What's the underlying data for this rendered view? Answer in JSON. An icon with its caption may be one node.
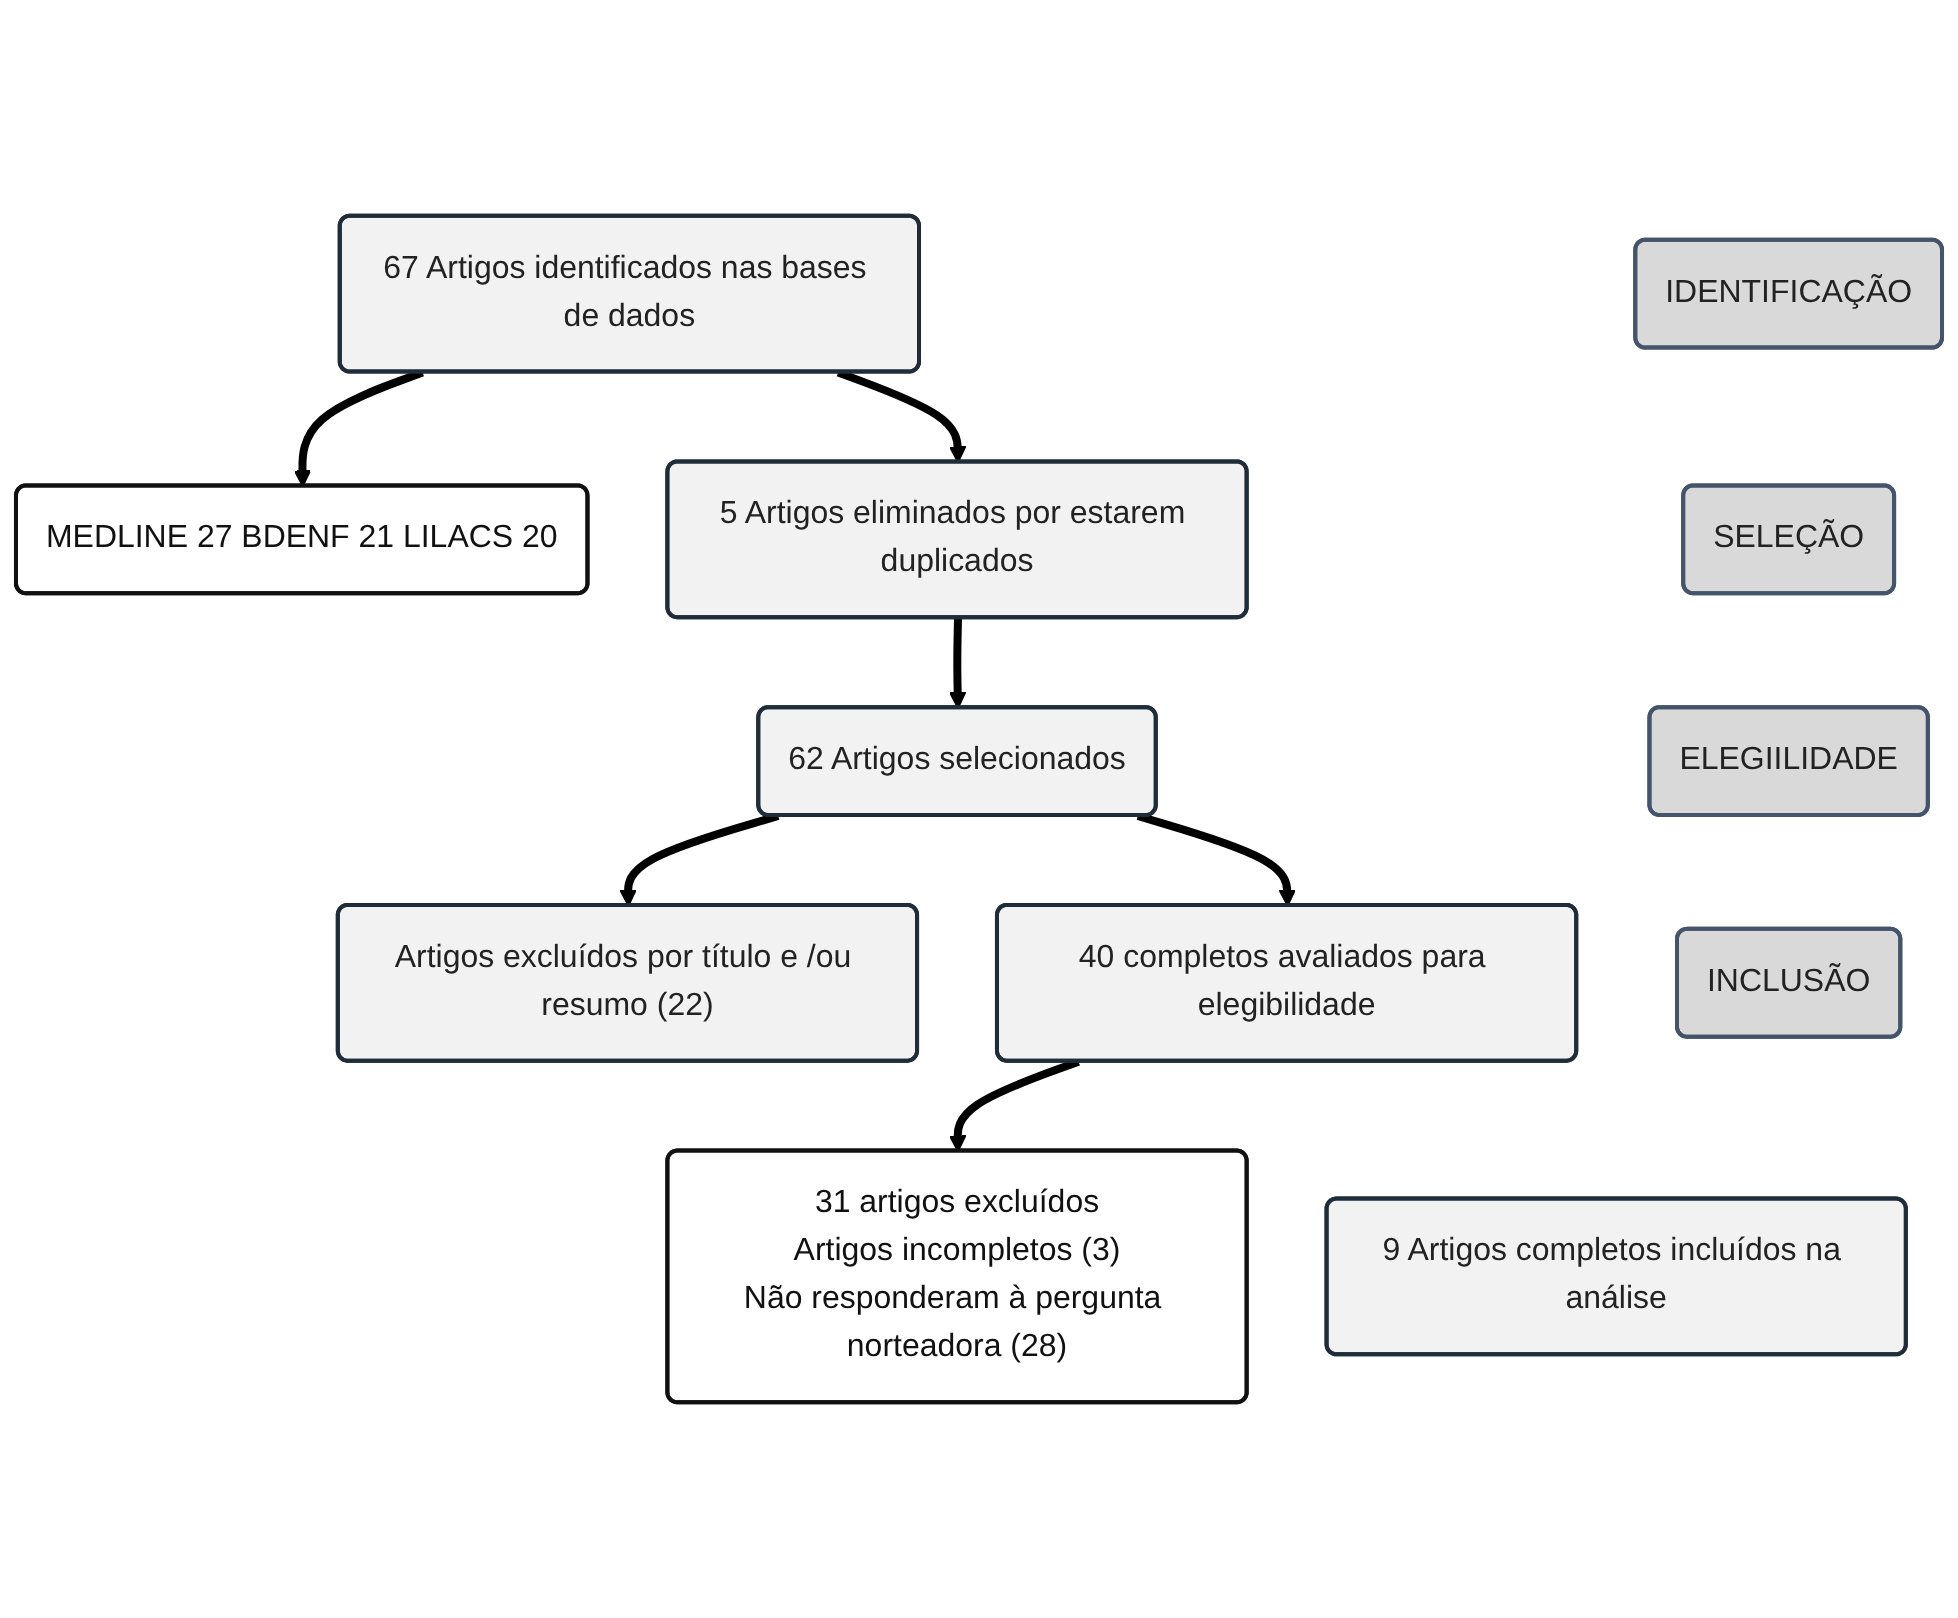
{
  "diagram": {
    "nodes": [
      {
        "text": [
          "IDENTIFICAÇÃO"
        ]
      },
      {
        "text": [
          "67 Artigos identificados nas bases de dados"
        ]
      },
      {
        "text": [
          "MEDLINE 27 BDENF 21 LILACS 20"
        ]
      },
      {
        "text": [
          "SELEÇÃO"
        ]
      },
      {
        "text": [
          "5 Artigos eliminados por estarem duplicados"
        ]
      },
      {
        "text": [
          "62 Artigos selecionados"
        ]
      },
      {
        "text": [
          "Artigos excluídos por título e /ou resumo (22)"
        ]
      },
      {
        "text": [
          "ELEGIILIDADE"
        ]
      },
      {
        "text": [
          "40 completos avaliados para elegibilidade"
        ]
      },
      {
        "text": [
          "31 artigos excluídos",
          "Artigos incompletos (3)",
          "Não responderam à pergunta norteadora (28)"
        ]
      },
      {
        "text": [
          "INCLUSÃO"
        ]
      },
      {
        "text": [
          "9 Artigos completos incluídos na análise"
        ]
      }
    ],
    "edges": [
      {
        "from": 1,
        "to": 2,
        "arrow": "to"
      },
      {
        "from": 1,
        "to": 4,
        "arrow": "to"
      },
      {
        "from": 4,
        "to": 5,
        "arrow": "to"
      },
      {
        "from": 5,
        "to": 6,
        "arrow": "to"
      },
      {
        "from": 5,
        "to": 8,
        "arrow": "to"
      },
      {
        "from": 8,
        "to": 9,
        "arrow": "to"
      }
    ]
  }
}
